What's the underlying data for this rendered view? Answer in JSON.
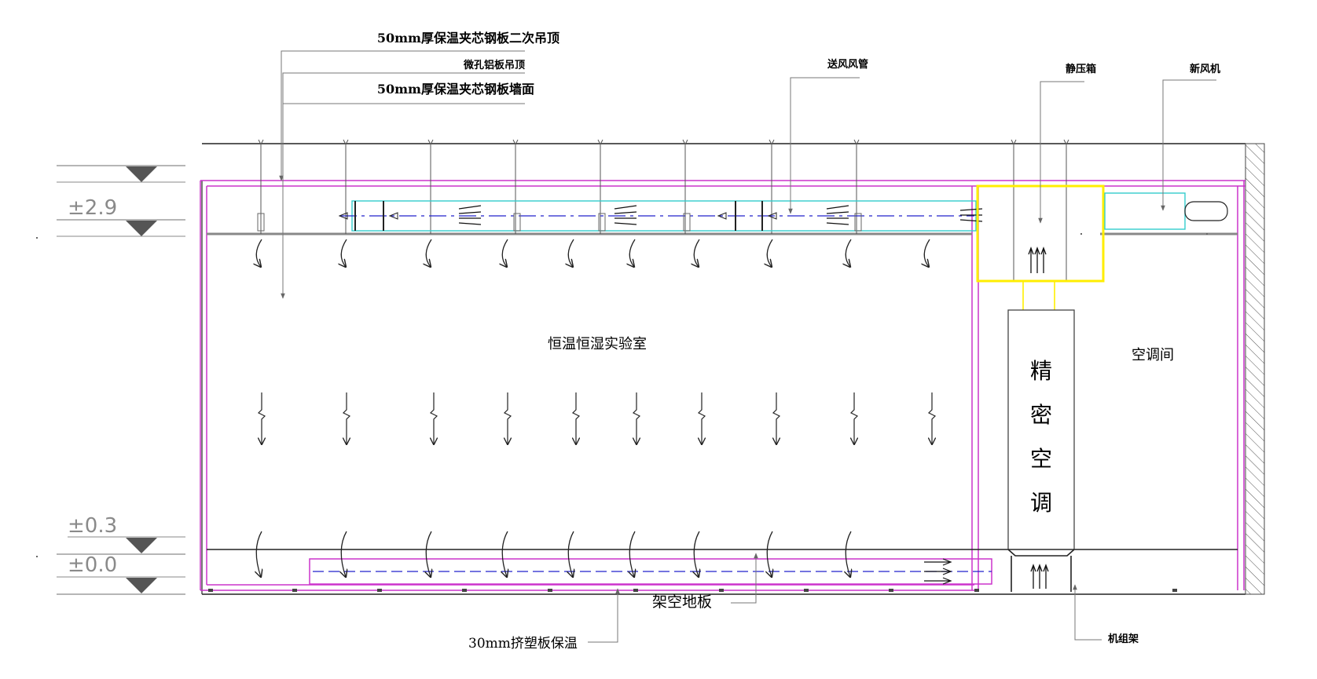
{
  "labels": {
    "ceiling_panel": "50mm厚保温夹芯钢板二次吊顶",
    "perforated_ceiling": "微孔铝板吊顶",
    "wall_panel": "50mm厚保温夹芯钢板墙面",
    "supply_duct": "送风风管",
    "plenum_box": "静压箱",
    "fresh_air_unit": "新风机",
    "lab_room": "恒温恒湿实验室",
    "ac_room": "空调间",
    "raised_floor": "架空地板",
    "floor_insulation": "30mm挤塑板保温",
    "unit_frame": "机组架"
  },
  "precision_ac": [
    "精",
    "密",
    "空",
    "调"
  ],
  "elevations": {
    "top": "±2.9",
    "mid": "±0.3",
    "bottom": "±0.0"
  },
  "colors": {
    "outline": "#000000",
    "wall_panel": "#cc33cc",
    "duct": "#33cccc",
    "airflow": "#2222cc",
    "plenum": "#ffee00",
    "leader": "#777777",
    "elevation": "#8a8a8a"
  }
}
